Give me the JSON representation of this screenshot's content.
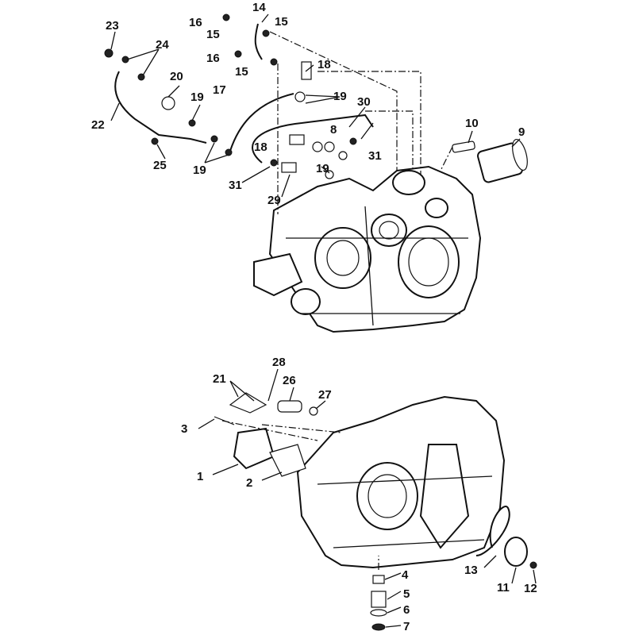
{
  "title": "Crankcase exploded parts diagram",
  "callouts": [
    "23",
    "24",
    "16",
    "14",
    "15",
    "15",
    "16",
    "15",
    "18",
    "20",
    "19",
    "17",
    "19",
    "30",
    "22",
    "8",
    "31",
    "10",
    "9",
    "18",
    "19",
    "25",
    "19",
    "31",
    "29",
    "28",
    "21",
    "26",
    "27",
    "3",
    "1",
    "2",
    "13",
    "11",
    "12",
    "4",
    "5",
    "6",
    "7"
  ]
}
